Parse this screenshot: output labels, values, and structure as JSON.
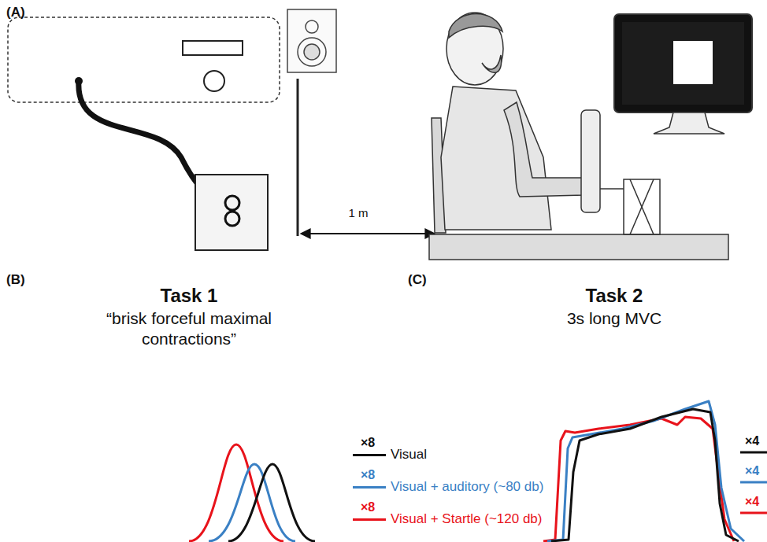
{
  "diagram": {
    "labels": [
      "(A)",
      "1 m",
      "(B)",
      "Task 1",
      "“brisk forceful maximal contractions”",
      "(C)",
      "Task 2",
      "3s long MVC",
      "×8",
      "×8",
      "×8",
      "×4",
      "×4",
      "×4"
    ],
    "legend": [
      {
        "text": "Visual",
        "color": "#111111"
      },
      {
        "text": "Visual + auditory (~80 db)",
        "color": "#3a80c4"
      },
      {
        "text": "Visual + Startle (~120 db)",
        "color": "#e8131b"
      }
    ]
  }
}
